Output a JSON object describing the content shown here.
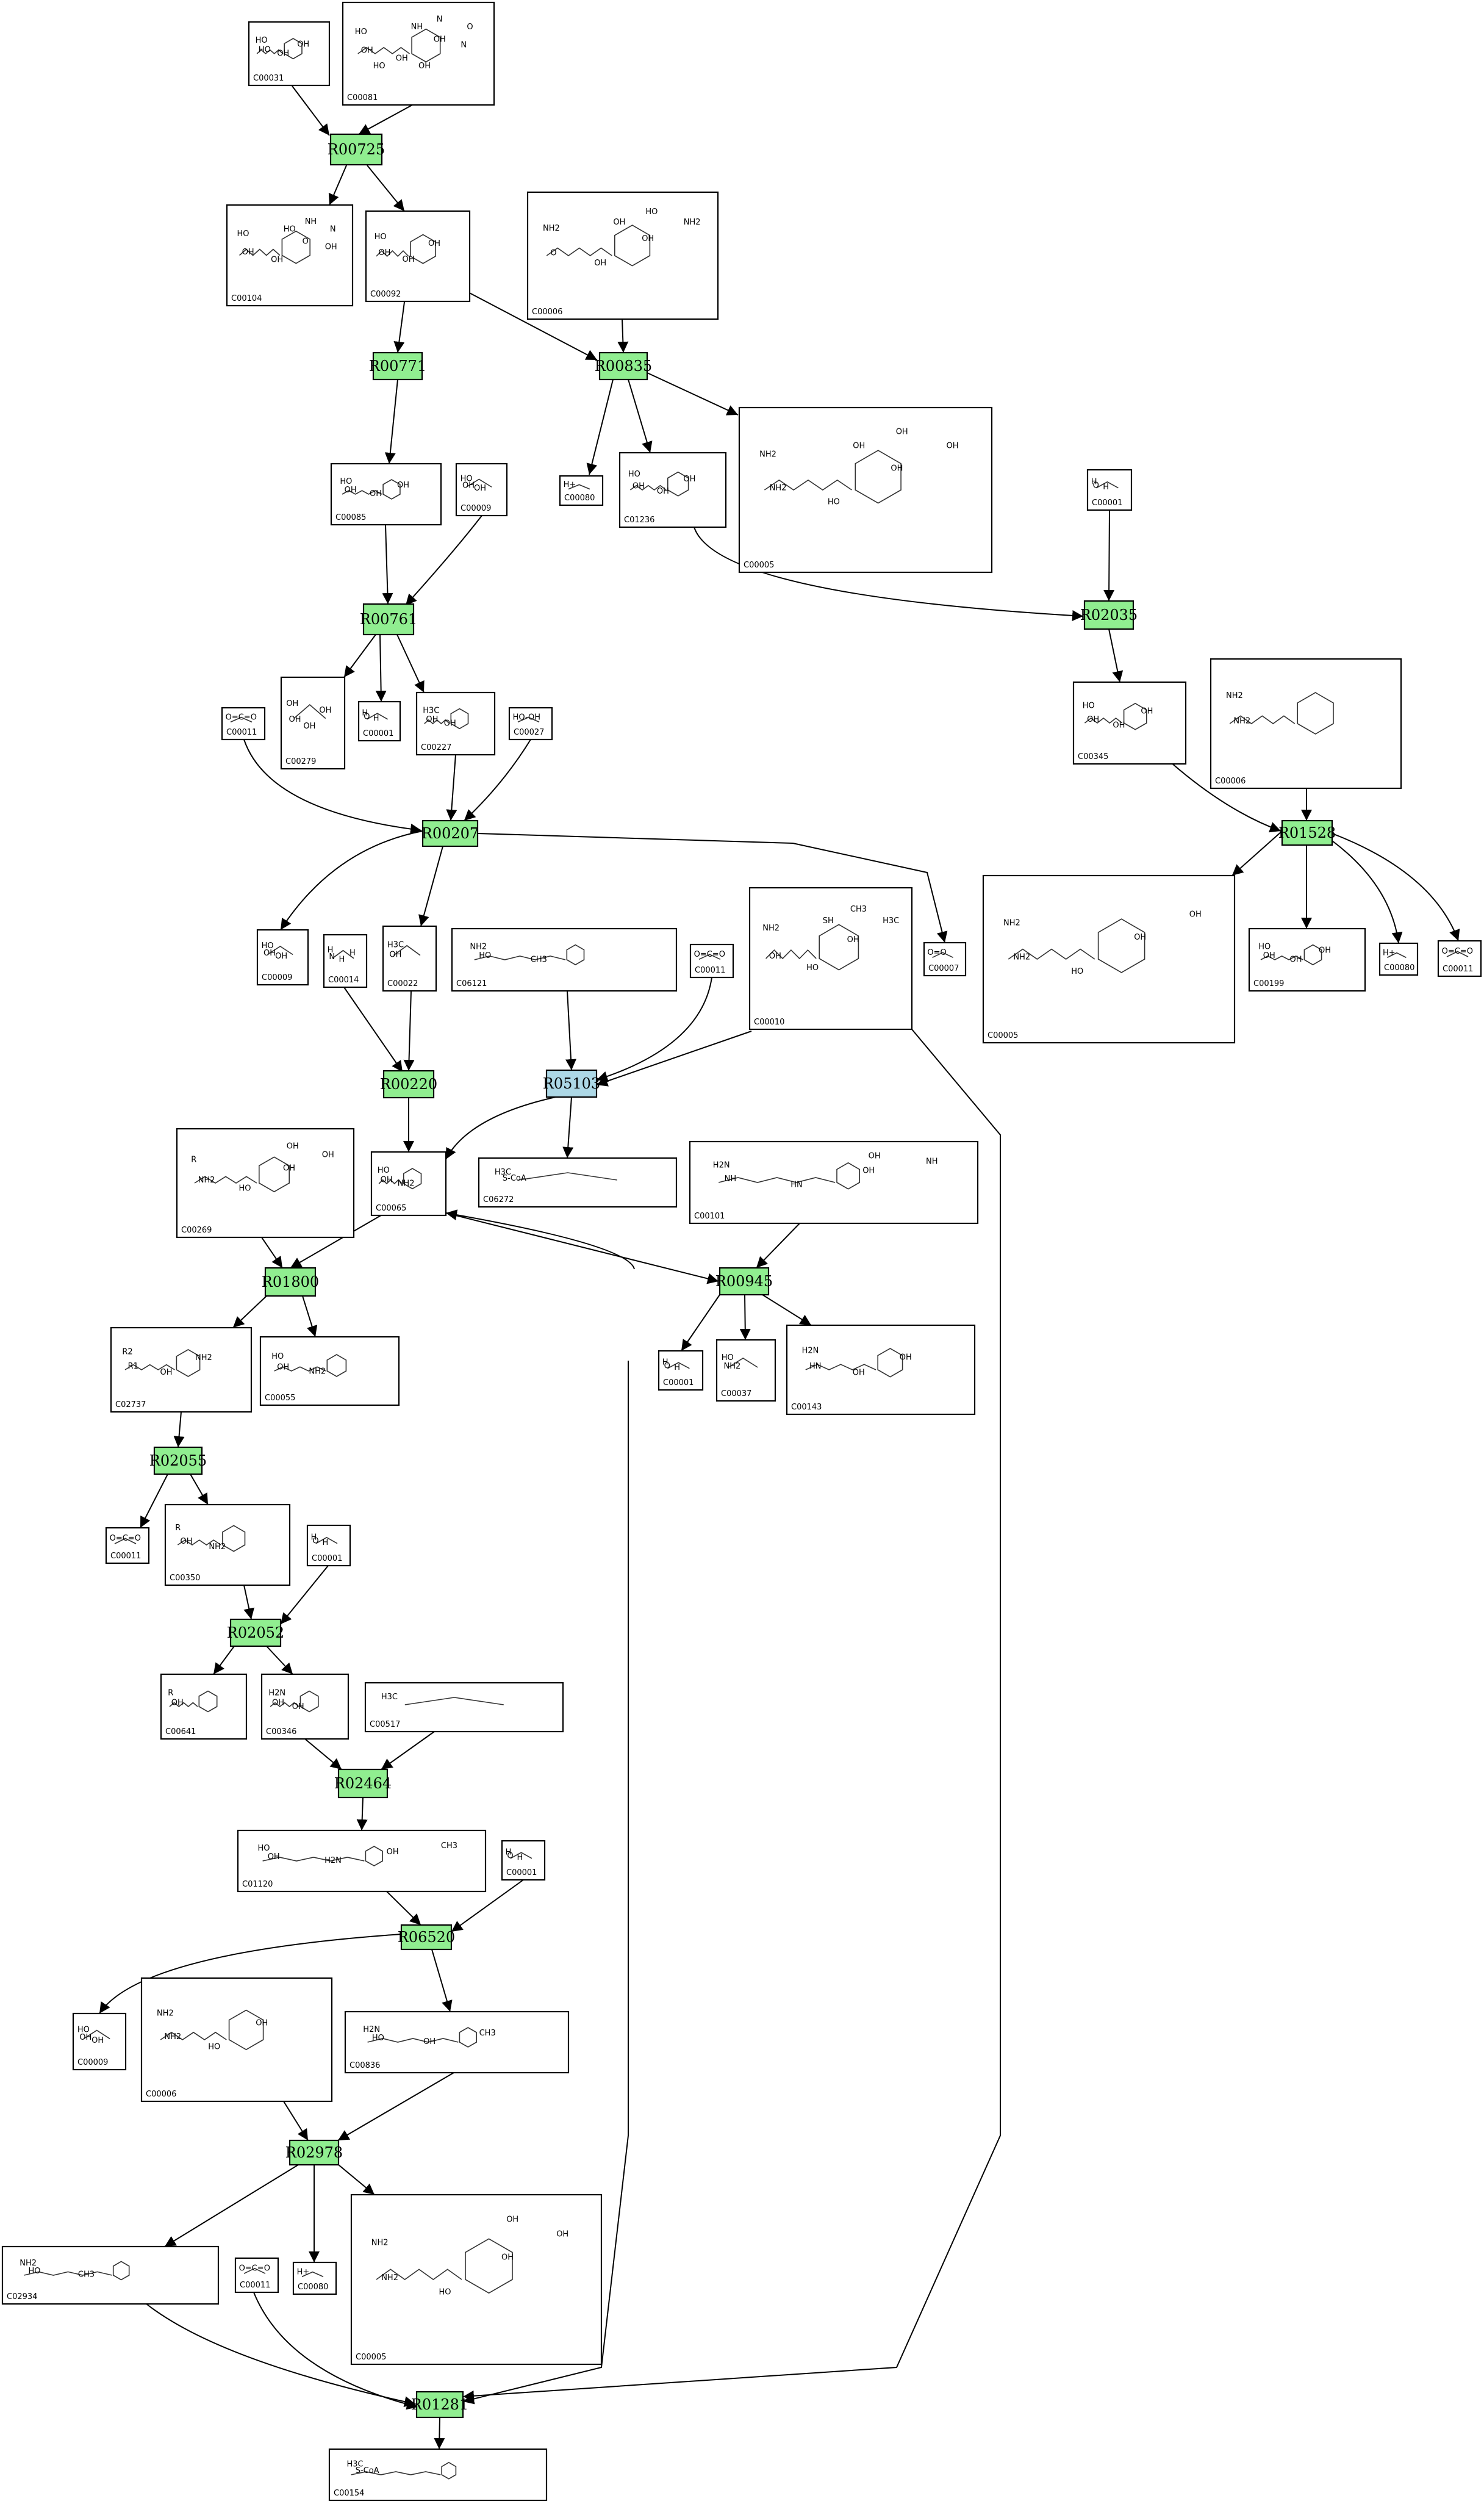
{
  "colors": {
    "reaction_default": "#90ee90",
    "reaction_highlight": "#add8e6",
    "edge": "#000000",
    "border": "#000000"
  },
  "reactions": [
    {
      "id": "R00725",
      "label": "R00725",
      "color": "#90ee90"
    },
    {
      "id": "R00771",
      "label": "R00771",
      "color": "#90ee90"
    },
    {
      "id": "R00835",
      "label": "R00835",
      "color": "#90ee90"
    },
    {
      "id": "R00761",
      "label": "R00761",
      "color": "#90ee90"
    },
    {
      "id": "R02035",
      "label": "R02035",
      "color": "#90ee90"
    },
    {
      "id": "R00207",
      "label": "R00207",
      "color": "#90ee90"
    },
    {
      "id": "R01528",
      "label": "R01528",
      "color": "#90ee90"
    },
    {
      "id": "R00220",
      "label": "R00220",
      "color": "#90ee90"
    },
    {
      "id": "R05103",
      "label": "R05103",
      "color": "#add8e6"
    },
    {
      "id": "R01800",
      "label": "R01800",
      "color": "#90ee90"
    },
    {
      "id": "R00945",
      "label": "R00945",
      "color": "#90ee90"
    },
    {
      "id": "R02055",
      "label": "R02055",
      "color": "#90ee90"
    },
    {
      "id": "R02052",
      "label": "R02052",
      "color": "#90ee90"
    },
    {
      "id": "R02464",
      "label": "R02464",
      "color": "#90ee90"
    },
    {
      "id": "R06520",
      "label": "R06520",
      "color": "#90ee90"
    },
    {
      "id": "R02978",
      "label": "R02978",
      "color": "#90ee90"
    },
    {
      "id": "R01281",
      "label": "R01281",
      "color": "#90ee90"
    }
  ],
  "compounds": [
    {
      "key": "c00031a",
      "label": "C00031",
      "atoms": [
        "HO",
        "HO",
        "OH",
        "OH"
      ]
    },
    {
      "key": "c00081",
      "label": "C00081",
      "atoms": [
        "HO",
        "OH",
        "OH",
        "OH",
        "O",
        "N",
        "NH",
        "N",
        "HO",
        "OH"
      ]
    },
    {
      "key": "c00104",
      "label": "C00104",
      "atoms": [
        "HO",
        "OH",
        "OH",
        "O",
        "N",
        "NH",
        "HO",
        "OH"
      ]
    },
    {
      "key": "c00092",
      "label": "C00092",
      "atoms": [
        "HO",
        "OH",
        "OH",
        "OH"
      ]
    },
    {
      "key": "c00006a",
      "label": "C00006",
      "atoms": [
        "NH2",
        "O",
        "OH",
        "OH",
        "NH2",
        "HO",
        "OH"
      ]
    },
    {
      "key": "c00085",
      "label": "C00085",
      "atoms": [
        "HO",
        "OH",
        "OH",
        "OH"
      ]
    },
    {
      "key": "c00009a",
      "label": "C00009",
      "atoms": [
        "HO",
        "OH",
        "OH"
      ]
    },
    {
      "key": "c00080a",
      "label": "C00080",
      "atoms": [
        "H+"
      ]
    },
    {
      "key": "c01236",
      "label": "C01236",
      "atoms": [
        "HO",
        "OH",
        "OH",
        "OH"
      ]
    },
    {
      "key": "c00005a",
      "label": "C00005",
      "atoms": [
        "NH2",
        "NH2",
        "HO",
        "OH",
        "OH",
        "OH",
        "OH"
      ]
    },
    {
      "key": "c00001a",
      "label": "C00001",
      "atoms": [
        "H",
        "O",
        "H"
      ]
    },
    {
      "key": "c00011a",
      "label": "C00011",
      "atoms": [
        "O=C=O"
      ]
    },
    {
      "key": "c00279",
      "label": "C00279",
      "atoms": [
        "OH",
        "OH",
        "OH",
        "OH"
      ]
    },
    {
      "key": "c00001b",
      "label": "C00001",
      "atoms": [
        "H",
        "O",
        "H"
      ]
    },
    {
      "key": "c00227",
      "label": "C00227",
      "atoms": [
        "H3C",
        "OH",
        "OH"
      ]
    },
    {
      "key": "c00027",
      "label": "C00027",
      "atoms": [
        "HO-OH"
      ]
    },
    {
      "key": "c00345",
      "label": "C00345",
      "atoms": [
        "HO",
        "OH",
        "OH",
        "OH"
      ]
    },
    {
      "key": "c00006b",
      "label": "C00006",
      "atoms": [
        "NH2",
        "NH2"
      ]
    },
    {
      "key": "c00009b",
      "label": "C00009",
      "atoms": [
        "HO",
        "OH",
        "OH"
      ]
    },
    {
      "key": "c00014a",
      "label": "C00014",
      "atoms": [
        "H",
        "N",
        "H",
        "H"
      ]
    },
    {
      "key": "c00022",
      "label": "C00022",
      "atoms": [
        "H3C",
        "OH"
      ]
    },
    {
      "key": "c06121",
      "label": "C06121",
      "atoms": [
        "NH2",
        "HO",
        "CH3"
      ]
    },
    {
      "key": "c00011b",
      "label": "C00011",
      "atoms": [
        "O=C=O"
      ]
    },
    {
      "key": "c00010",
      "label": "C00010",
      "atoms": [
        "NH2",
        "OH",
        "HO",
        "OH",
        "H3C",
        "CH3",
        "SH"
      ]
    },
    {
      "key": "c00007",
      "label": "C00007",
      "atoms": [
        "O=O"
      ]
    },
    {
      "key": "c00005b",
      "label": "C00005",
      "atoms": [
        "NH2",
        "NH2",
        "HO",
        "OH",
        "OH"
      ]
    },
    {
      "key": "c00199",
      "label": "C00199",
      "atoms": [
        "HO",
        "OH",
        "OH",
        "OH"
      ]
    },
    {
      "key": "c00080b",
      "label": "C00080",
      "atoms": [
        "H+"
      ]
    },
    {
      "key": "c00011c",
      "label": "C00011",
      "atoms": [
        "O=C=O"
      ]
    },
    {
      "key": "c00269",
      "label": "C00269",
      "atoms": [
        "R",
        "NH2",
        "HO",
        "OH",
        "OH",
        "OH"
      ]
    },
    {
      "key": "c00065",
      "label": "C00065",
      "atoms": [
        "HO",
        "OH",
        "NH2"
      ]
    },
    {
      "key": "c06272",
      "label": "C06272",
      "atoms": [
        "H3C",
        "S-CoA"
      ]
    },
    {
      "key": "c00101",
      "label": "C00101",
      "atoms": [
        "H2N",
        "NH",
        "HN",
        "OH",
        "NH",
        "OH"
      ]
    },
    {
      "key": "c02737",
      "label": "C02737",
      "atoms": [
        "R2",
        "R1",
        "OH",
        "NH2"
      ]
    },
    {
      "key": "c00055",
      "label": "C00055",
      "atoms": [
        "HO",
        "OH",
        "NH2"
      ]
    },
    {
      "key": "c00001c",
      "label": "C00001",
      "atoms": [
        "H",
        "O",
        "H"
      ]
    },
    {
      "key": "c00037",
      "label": "C00037",
      "atoms": [
        "HO",
        "NH2"
      ]
    },
    {
      "key": "c00143",
      "label": "C00143",
      "atoms": [
        "H2N",
        "HN",
        "OH",
        "OH"
      ]
    },
    {
      "key": "c00011d",
      "label": "C00011",
      "atoms": [
        "O=C=O"
      ]
    },
    {
      "key": "c00350",
      "label": "C00350",
      "atoms": [
        "R",
        "OH",
        "NH2"
      ]
    },
    {
      "key": "c00001d",
      "label": "C00001",
      "atoms": [
        "H",
        "O",
        "H"
      ]
    },
    {
      "key": "c00641",
      "label": "C00641",
      "atoms": [
        "R",
        "OH"
      ]
    },
    {
      "key": "c00346",
      "label": "C00346",
      "atoms": [
        "H2N",
        "OH",
        "OH"
      ]
    },
    {
      "key": "c00517",
      "label": "C00517",
      "atoms": [
        "H3C"
      ]
    },
    {
      "key": "c01120",
      "label": "C01120",
      "atoms": [
        "HO",
        "OH",
        "H2N",
        "OH",
        "CH3"
      ]
    },
    {
      "key": "c00001e",
      "label": "C00001",
      "atoms": [
        "H",
        "O",
        "H"
      ]
    },
    {
      "key": "c00009c",
      "label": "C00009",
      "atoms": [
        "HO",
        "OH",
        "OH"
      ]
    },
    {
      "key": "c00006c",
      "label": "C00006",
      "atoms": [
        "NH2",
        "NH2",
        "HO",
        "OH"
      ]
    },
    {
      "key": "c00836",
      "label": "C00836",
      "atoms": [
        "H2N",
        "HO",
        "OH",
        "CH3"
      ]
    },
    {
      "key": "c02934",
      "label": "C02934",
      "atoms": [
        "NH2",
        "HO",
        "CH3"
      ]
    },
    {
      "key": "c00011e",
      "label": "C00011",
      "atoms": [
        "O=C=O"
      ]
    },
    {
      "key": "c00080c",
      "label": "C00080",
      "atoms": [
        "H+"
      ]
    },
    {
      "key": "c00005c",
      "label": "C00005",
      "atoms": [
        "NH2",
        "NH2",
        "HO",
        "OH",
        "OH",
        "OH"
      ]
    },
    {
      "key": "c00154",
      "label": "C00154",
      "atoms": [
        "H3C",
        "S-CoA"
      ]
    }
  ]
}
